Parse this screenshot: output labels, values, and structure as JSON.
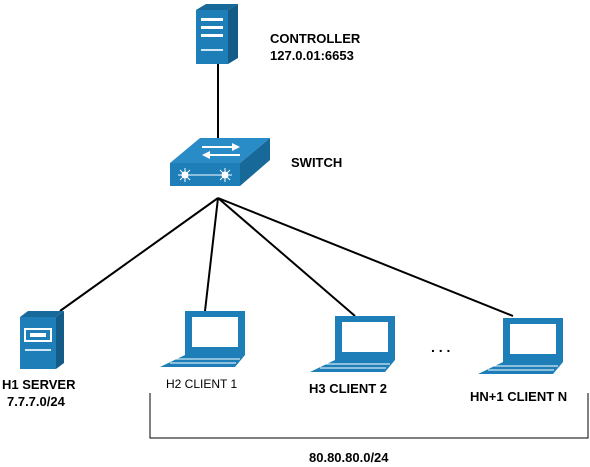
{
  "controller": {
    "label": "CONTROLLER",
    "address": "127.0.01:6653"
  },
  "switch": {
    "label": "SWITCH"
  },
  "server": {
    "label": "H1 SERVER",
    "subnet": "7.7.7.0/24"
  },
  "clients": [
    {
      "label": "H2 CLIENT 1"
    },
    {
      "label": "H3 CLIENT 2"
    },
    {
      "label": "HN+1 CLIENT N"
    }
  ],
  "ellipsis": ". . .",
  "client_subnet": "80.80.80.0/24",
  "colors": {
    "device_fill": "#1e7fb8",
    "device_dark": "#17699a",
    "screen": "#ffffff",
    "line": "#000000"
  },
  "icons": {
    "controller": "server-tower-icon",
    "switch": "network-switch-icon",
    "server": "server-tower-icon",
    "clients": "laptop-icon"
  }
}
